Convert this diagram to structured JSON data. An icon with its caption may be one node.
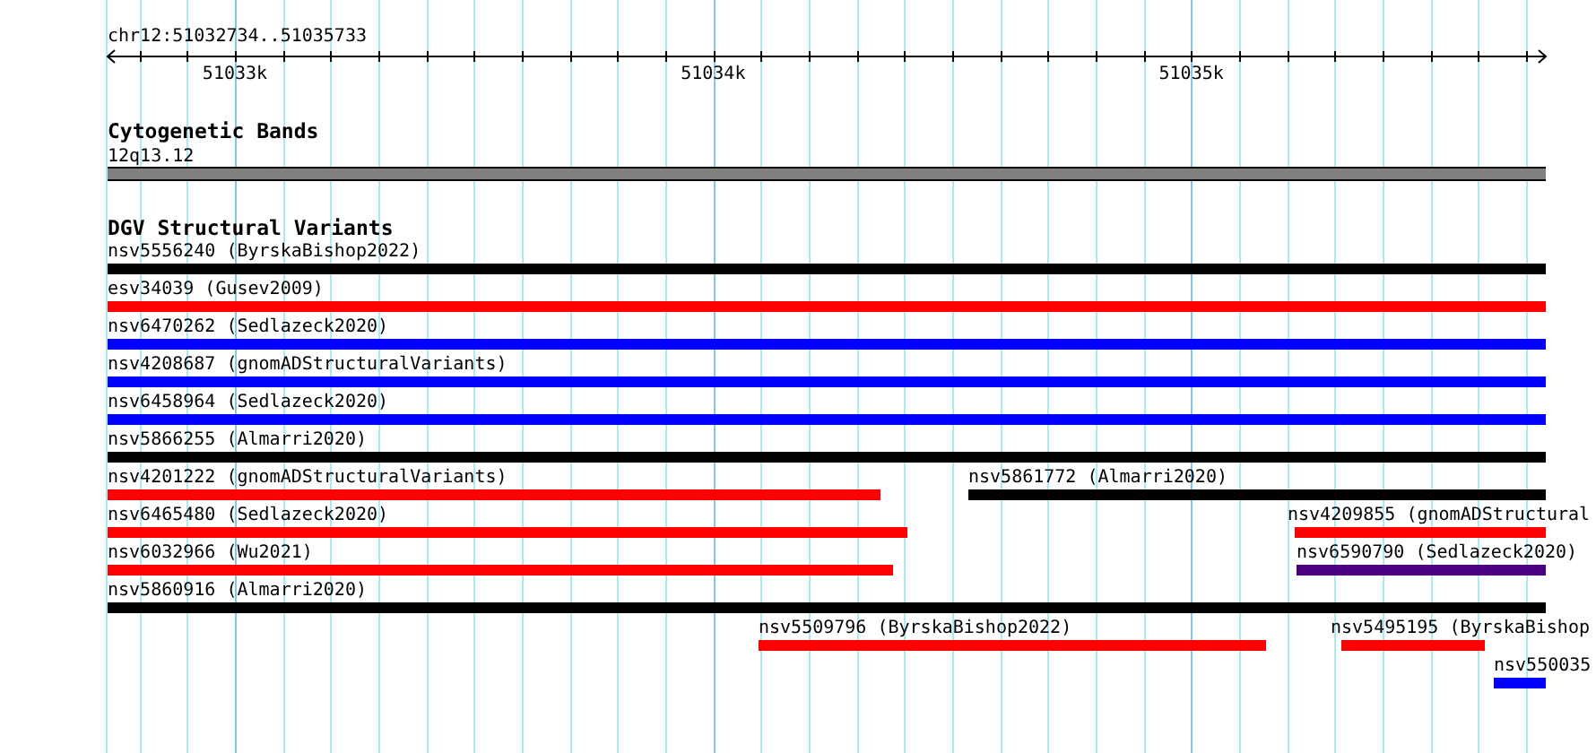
{
  "diagram": {
    "nodes": [
      {
        "text": [
          "12q13.12"
        ]
      },
      {
        "text": [
          "nsv5556240 (ByrskaBishop2022)"
        ]
      },
      {
        "text": [
          "esv34039 (Gusev2009)"
        ]
      },
      {
        "text": [
          "nsv6470262 (Sedlazeck2020)"
        ]
      },
      {
        "text": [
          "nsv4208687 (gnomADStructuralVariants)"
        ]
      },
      {
        "text": [
          "nsv6458964 (Sedlazeck2020)"
        ]
      },
      {
        "text": [
          "nsv5866255 (Almarri2020)"
        ]
      },
      {
        "text": [
          "nsv4201222 (gnomADStructuralVariants)"
        ]
      },
      {
        "text": [
          "nsv5861772 (Almarri2020)"
        ]
      },
      {
        "text": [
          "nsv6465480 (Sedlazeck2020)"
        ]
      },
      {
        "text": [
          "nsv4209855 (gnomADStructural"
        ]
      },
      {
        "text": [
          "nsv6032966 (Wu2021)"
        ]
      },
      {
        "text": [
          "nsv6590790 (Sedlazeck2020)"
        ]
      },
      {
        "text": [
          "nsv5860916 (Almarri2020)"
        ]
      },
      {
        "text": [
          "nsv5509796 (ByrskaBishop2022)"
        ]
      },
      {
        "text": [
          "nsv5495195 (ByrskaBishop"
        ]
      },
      {
        "text": [
          "nsv550035"
        ]
      }
    ],
    "labels": [
      "chr12:51032734..51035733",
      "51033k",
      "51034k",
      "51035k",
      "Cytogenetic Bands",
      "DGV Structural Variants"
    ]
  }
}
